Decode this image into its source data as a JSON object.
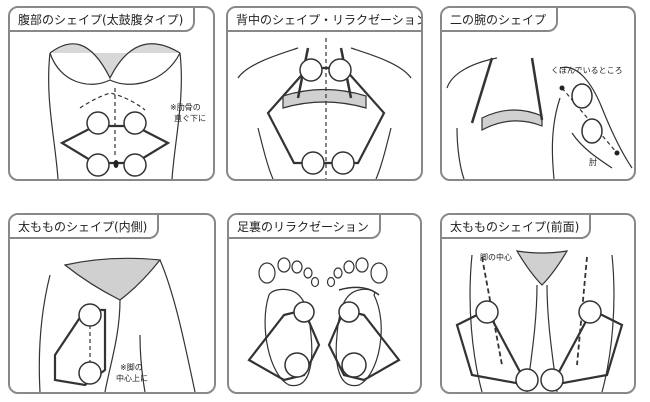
{
  "panels": [
    {
      "title": "腹部のシェイプ(太鼓腹タイプ)",
      "notes": [
        "※肋骨の",
        "直ぐ下に"
      ]
    },
    {
      "title": "背中のシェイプ・リラクゼーション",
      "notes": []
    },
    {
      "title": "二の腕のシェイプ",
      "notes": [
        "くぼんでいるところ",
        "肘"
      ]
    },
    {
      "title": "太もものシェイプ(内側)",
      "notes": [
        "※脚の",
        "中心上に"
      ]
    },
    {
      "title": "足裏のリラクゼーション",
      "notes": []
    },
    {
      "title": "太もものシェイプ(前面)",
      "notes": [
        "脚の中心"
      ]
    }
  ]
}
